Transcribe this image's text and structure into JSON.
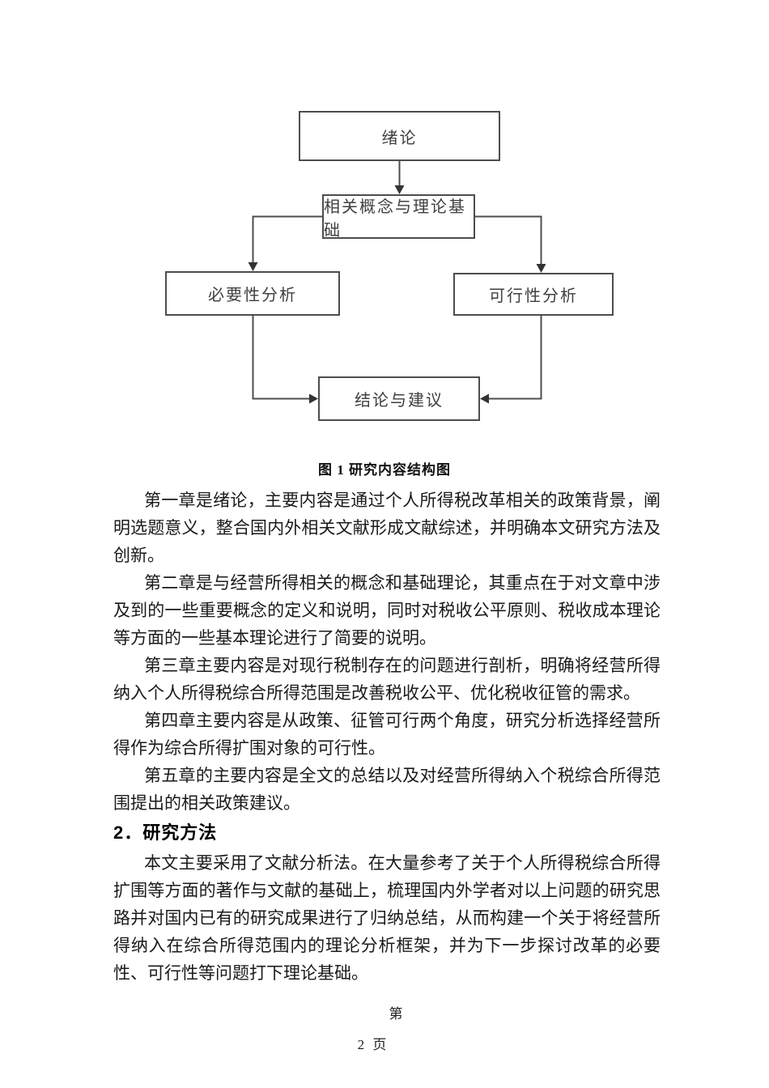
{
  "flowchart": {
    "caption": "图 1 研究内容结构图",
    "border_color": "#4d4d4d",
    "node_text_color": "#3f3f3f",
    "nodes": [
      {
        "id": "intro",
        "label": "绪论"
      },
      {
        "id": "concepts",
        "label": "相关概念与理论基础"
      },
      {
        "id": "necessity",
        "label": "必要性分析"
      },
      {
        "id": "feasibility",
        "label": "可行性分析"
      },
      {
        "id": "conclusion",
        "label": "结论与建议"
      }
    ],
    "edges": [
      "绪论→相关概念与理论基础",
      "相关概念与理论基础→必要性分析",
      "相关概念与理论基础→可行性分析",
      "必要性分析→结论与建议",
      "可行性分析→结论与建议"
    ]
  },
  "body": {
    "paragraphs": [
      "第一章是绪论，主要内容是通过个人所得税改革相关的政策背景，阐明选题意义，整合国内外相关文献形成文献综述，并明确本文研究方法及创新。",
      "第二章是与经营所得相关的概念和基础理论，其重点在于对文章中涉及到的一些重要概念的定义和说明，同时对税收公平原则、税收成本理论等方面的一些基本理论进行了简要的说明。",
      "第三章主要内容是对现行税制存在的问题进行剖析，明确将经营所得纳入个人所得税综合所得范围是改善税收公平、优化税收征管的需求。",
      "第四章主要内容是从政策、征管可行两个角度，研究分析选择经营所得作为综合所得扩围对象的可行性。",
      "第五章的主要内容是全文的总结以及对经营所得纳入个税综合所得范围提出的相关政策建议。"
    ],
    "heading": "2．研究方法",
    "method_paragraph": "本文主要采用了文献分析法。在大量参考了关于个人所得税综合所得扩围等方面的著作与文献的基础上，梳理国内外学者对以上问题的研究思路并对国内已有的研究成果进行了归纳总结，从而构建一个关于将经营所得纳入在综合所得范围内的理论分析框架，并为下一步探讨改革的必要性、可行性等问题打下理论基础。"
  },
  "footer": {
    "line1": "第",
    "line2": "2 页"
  }
}
